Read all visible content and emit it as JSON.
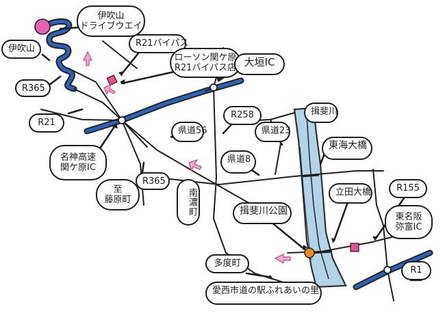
{
  "colors": {
    "road": "#1f1f1f",
    "highway": "#2f62b5",
    "highway_edge": "#222222",
    "river_fill": "#b3d4e6",
    "river_stroke": "#2f2f2f",
    "start_marker": "#e463b0",
    "rest_stop_marker": "#e44f8d",
    "park_marker": "#f08a1c",
    "arrow_fill": "#f2a9c9"
  },
  "icons": {
    "start_marker": "pink-circle",
    "rest_stops": "pink-square",
    "park": "orange-circle",
    "direction_arrows": "pink-outline-arrow"
  },
  "labels": {
    "ibukiyama": "伊吹山",
    "driveway_line1": "伊吹山",
    "driveway_line2": "ドライブウエイ",
    "r21_bypass": "R21バイパス",
    "lawson_line1": "ローソン関ケ原",
    "lawson_line2": "R21バイパス店",
    "ogaki_ic": "大垣IC",
    "r365_north": "R365",
    "r21": "R21",
    "meishin_line1": "名神高速",
    "meishin_line2": "関ケ原IC",
    "to_fujiwara_line1": "至",
    "to_fujiwara_line2": "藤原町",
    "r365_south": "R365",
    "kendo56": "県道56",
    "r258": "R258",
    "kendo23": "県道23",
    "kendo8": "県道8",
    "nanno_town": "南濃町",
    "ibigawa_river": "揖斐川",
    "tokai_bridge": "東海大橋",
    "tateda_bridge": "立田大橋",
    "r155": "R155",
    "ibigawa_park": "揖斐川公園",
    "tomei_hanshin_line1": "東名阪",
    "tomei_hanshin_line2": "弥富IC",
    "tado_town": "多度町",
    "r1": "R1",
    "michinoeki": "愛西市道の駅ふれあいの里"
  }
}
